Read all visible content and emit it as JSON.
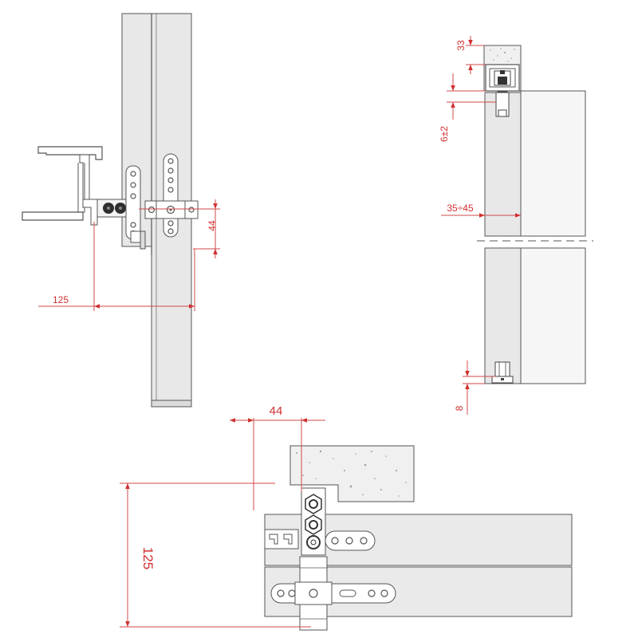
{
  "colors": {
    "dimension": "#d03030",
    "outline": "#555555",
    "panel_fill": "#e8e8e8",
    "panel_fill_light": "#f0f0f0",
    "concrete_fill": "#f0f0f0",
    "part_fill": "#ffffff",
    "dark_part": "#3a3a3a"
  },
  "dimensions": {
    "side_hanger_height": "44",
    "side_projection_width": "125",
    "track_top": "33",
    "track_gap": "6±2",
    "panel_thickness": "35÷45",
    "bottom_guide": "8",
    "plan_offset": "44",
    "plan_height": "125"
  }
}
